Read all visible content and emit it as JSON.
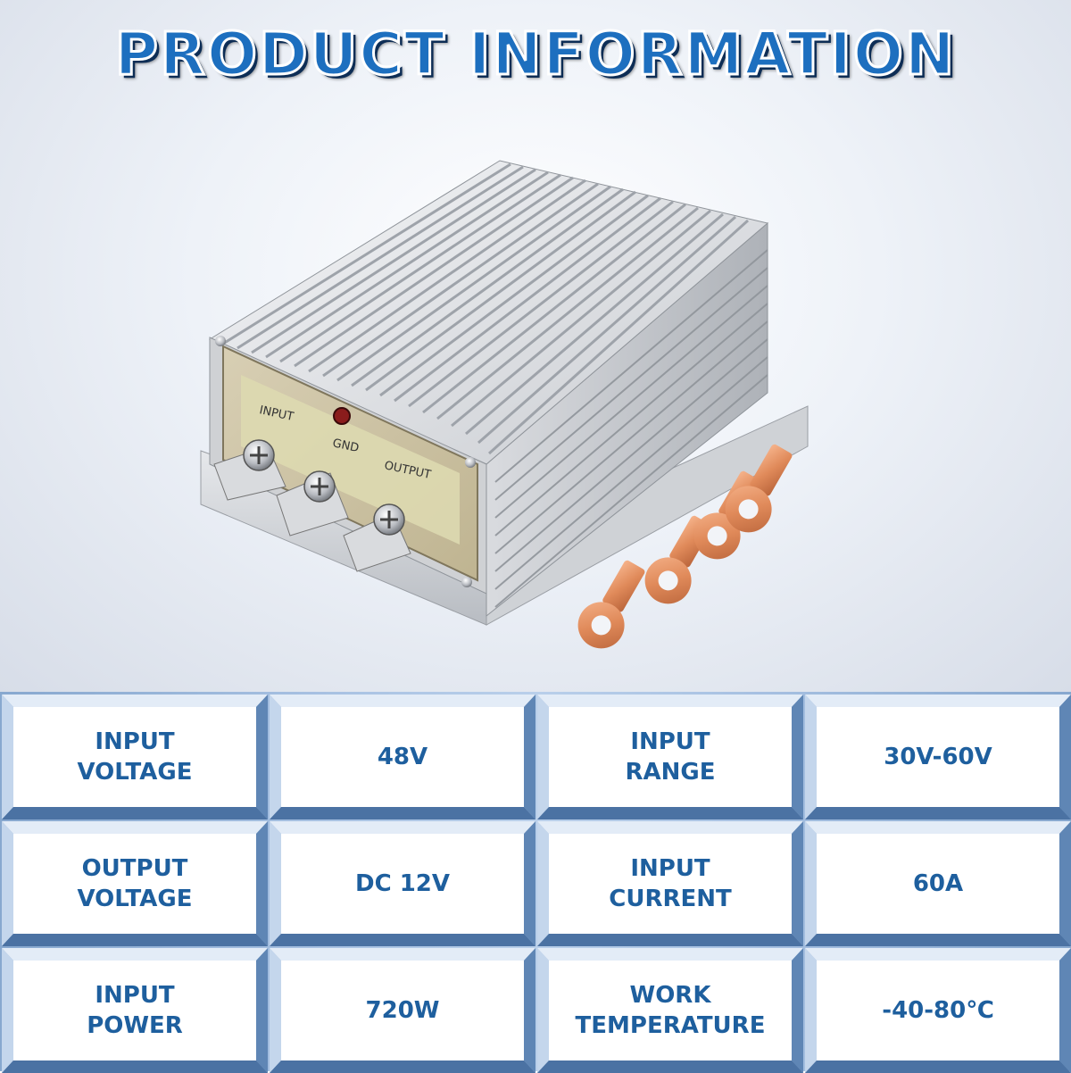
{
  "title": "PRODUCT INFORMATION",
  "product": {
    "panel_labels": {
      "input": "INPUT",
      "gnd": "GND",
      "output": "OUTPUT"
    },
    "terminal_count": 4
  },
  "specs": [
    {
      "label": "INPUT\nVOLTAGE",
      "value": "48V"
    },
    {
      "label": "INPUT\nRANGE",
      "value": "30V-60V"
    },
    {
      "label": "OUTPUT\nVOLTAGE",
      "value": "DC 12V"
    },
    {
      "label": "INPUT\nCURRENT",
      "value": "60A"
    },
    {
      "label": "INPUT\nPOWER",
      "value": "720W"
    },
    {
      "label": "WORK\nTEMPERATURE",
      "value": "-40-80℃"
    }
  ],
  "colors": {
    "title_blue": "#1d6fbf",
    "text_blue": "#1e5f9e",
    "copper": "#e08a5a"
  }
}
